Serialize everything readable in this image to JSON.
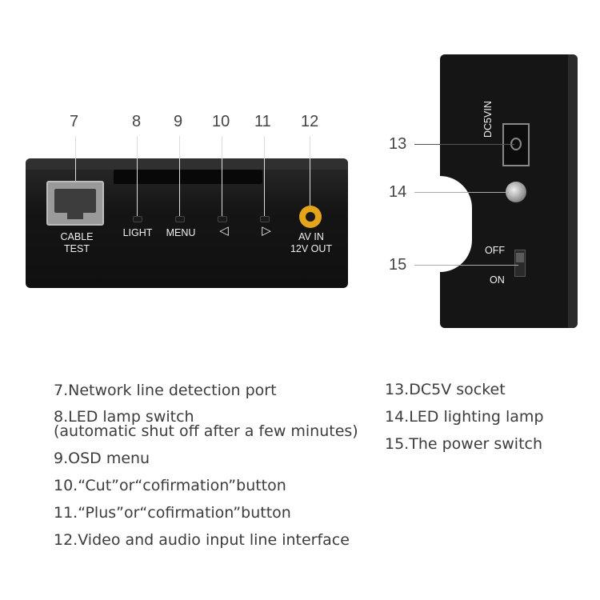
{
  "callouts": {
    "n7": "7",
    "n8": "8",
    "n9": "9",
    "n10": "10",
    "n11": "11",
    "n12": "12",
    "n13": "13",
    "n14": "14",
    "n15": "15"
  },
  "device_front": {
    "cable_test": "CABLE\nTEST",
    "light": "LIGHT",
    "menu": "MENU",
    "left_arrow": "◁",
    "right_arrow": "▷",
    "av": "AV IN\n12V OUT"
  },
  "device_side": {
    "dc": "DC5VIN",
    "off": "OFF",
    "on": "ON"
  },
  "descriptions_left": [
    "7.Network line detection port",
    "8.LED lamp switch",
    "(automatic shut off after a few minutes)",
    "9.OSD menu",
    "10.“Cut”or“cofirmation”button",
    "11.“Plus”or“cofirmation”button",
    "12.Video and audio input line interface"
  ],
  "descriptions_right": [
    "13.DC5V socket",
    "14.LED lighting lamp",
    "15.The power switch"
  ],
  "colors": {
    "av_jack": "#e3a61a",
    "device": "#151515"
  }
}
